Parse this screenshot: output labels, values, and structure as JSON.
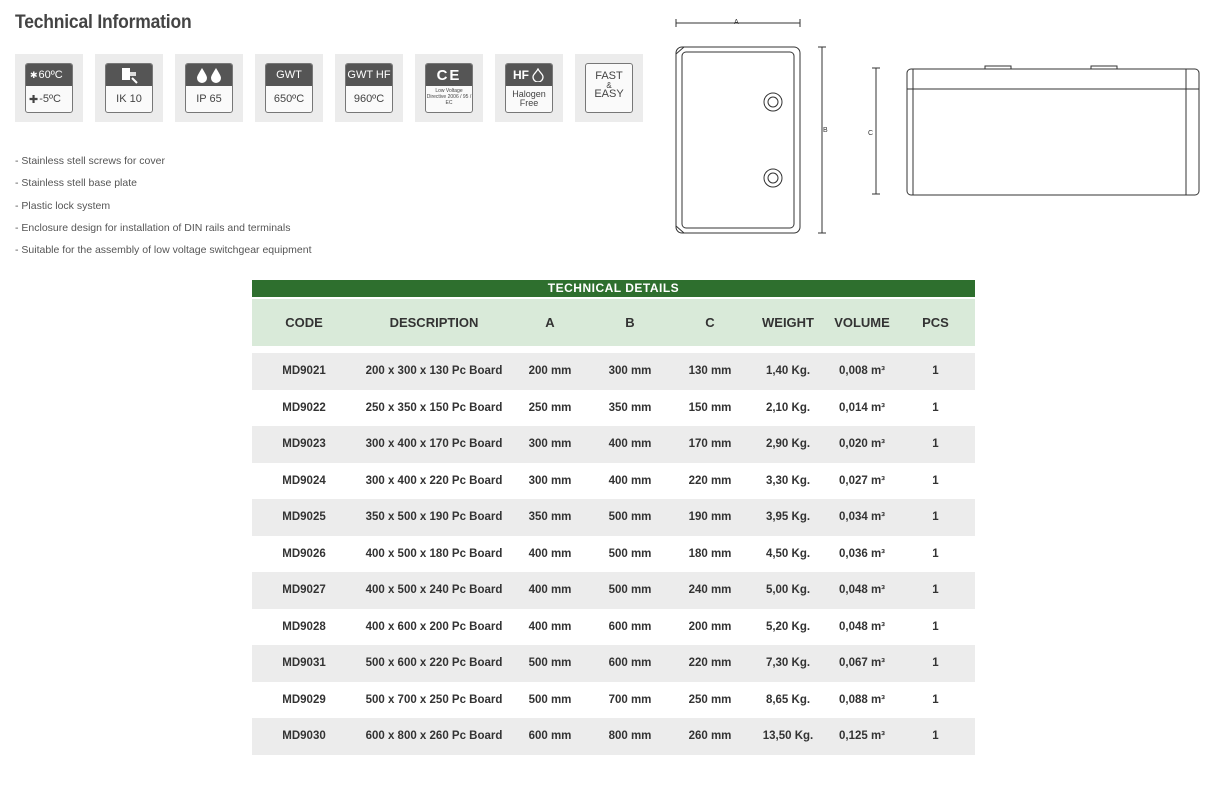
{
  "title": "Technical Information",
  "icons": [
    {
      "name": "temperature-icon",
      "top": "60ºC",
      "bottom": "-5ºC"
    },
    {
      "name": "impact-ik10-icon",
      "top": "",
      "bottom": "IK 10"
    },
    {
      "name": "ip65-icon",
      "top": "",
      "bottom": "IP 65"
    },
    {
      "name": "gwt-icon",
      "top": "GWT",
      "bottom": "650ºC"
    },
    {
      "name": "gwt-hf-icon",
      "top": "GWT HF",
      "bottom": "960ºC"
    },
    {
      "name": "ce-icon",
      "top": "CE",
      "bottom": "Low Voltage Directive 2006 / 95 / EC"
    },
    {
      "name": "halogen-free-icon",
      "top": "HF",
      "bottom": "Halogen Free"
    },
    {
      "name": "fast-easy-icon",
      "top": "FAST",
      "mid": "&",
      "bottom": "EASY"
    }
  ],
  "features": [
    "- Stainless stell screws for cover",
    "- Stainless stell base plate",
    "- Plastic lock system",
    "- Enclosure design for installation of DIN rails and terminals",
    "- Suitable for the assembly of low voltage switchgear equipment"
  ],
  "drawing": {
    "label_a": "A",
    "label_b": "B",
    "label_c": "C"
  },
  "table": {
    "title": "TECHNICAL DETAILS",
    "headers": [
      "CODE",
      "DESCRIPTION",
      "A",
      "B",
      "C",
      "WEIGHT",
      "VOLUME",
      "PCS"
    ],
    "rows": [
      [
        "MD9021",
        "200 x 300 x 130 Pc Board",
        "200 mm",
        "300 mm",
        "130 mm",
        "1,40 Kg.",
        "0,008 m³",
        "1"
      ],
      [
        "MD9022",
        "250 x 350 x 150 Pc Board",
        "250 mm",
        "350 mm",
        "150 mm",
        "2,10 Kg.",
        "0,014 m³",
        "1"
      ],
      [
        "MD9023",
        "300 x 400 x 170 Pc Board",
        "300 mm",
        "400 mm",
        "170 mm",
        "2,90 Kg.",
        "0,020 m³",
        "1"
      ],
      [
        "MD9024",
        "300 x 400 x 220 Pc Board",
        "300 mm",
        "400 mm",
        "220 mm",
        "3,30 Kg.",
        "0,027 m³",
        "1"
      ],
      [
        "MD9025",
        "350 x 500 x 190 Pc Board",
        "350 mm",
        "500 mm",
        "190 mm",
        "3,95 Kg.",
        "0,034 m³",
        "1"
      ],
      [
        "MD9026",
        "400 x 500 x 180 Pc Board",
        "400 mm",
        "500 mm",
        "180 mm",
        "4,50 Kg.",
        "0,036 m³",
        "1"
      ],
      [
        "MD9027",
        "400 x 500 x 240 Pc Board",
        "400 mm",
        "500 mm",
        "240 mm",
        "5,00 Kg.",
        "0,048 m³",
        "1"
      ],
      [
        "MD9028",
        "400 x 600 x 200 Pc Board",
        "400 mm",
        "600 mm",
        "200 mm",
        "5,20 Kg.",
        "0,048 m³",
        "1"
      ],
      [
        "MD9031",
        "500 x 600 x 220 Pc Board",
        "500 mm",
        "600 mm",
        "220 mm",
        "7,30 Kg.",
        "0,067 m³",
        "1"
      ],
      [
        "MD9029",
        "500 x 700 x 250 Pc Board",
        "500 mm",
        "700 mm",
        "250 mm",
        "8,65 Kg.",
        "0,088 m³",
        "1"
      ],
      [
        "MD9030",
        "600 x 800 x 260 Pc Board",
        "600 mm",
        "800 mm",
        "260 mm",
        "13,50 Kg.",
        "0,125 m³",
        "1"
      ]
    ]
  },
  "colors": {
    "header_green": "#2e6f2e",
    "header_light": "#d9ead9",
    "row_shade": "#ececec",
    "icon_bg": "#ececec"
  }
}
